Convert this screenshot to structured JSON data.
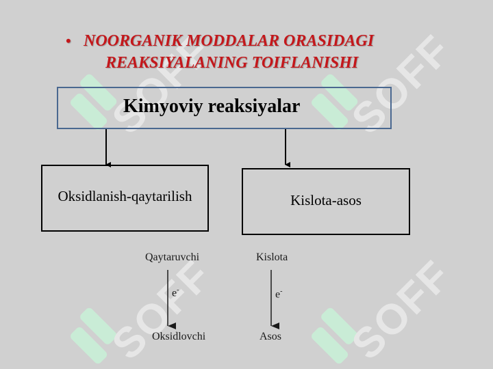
{
  "title": {
    "bullet": "•",
    "line1": "NOORGANIK MODDALAR ORASIDAGI",
    "line2": "REAKSIYALANING TOIFLANISHI"
  },
  "diagram": {
    "root": "Kimyoviy reaksiyalar",
    "branch_left": "Oksidlanish-qaytarilish",
    "branch_right": "Kislota-asos",
    "left_scheme": {
      "top": "Qaytaruvchi",
      "arrow_label": "e",
      "arrow_label_sup": "-",
      "bottom": "Oksidlovchi"
    },
    "right_scheme": {
      "top": "Kislota",
      "arrow_label": "e",
      "arrow_label_sup": "-",
      "bottom": "Asos"
    }
  },
  "watermark": {
    "text": "SOFF"
  },
  "colors": {
    "title": "#c4171b",
    "root_border": "#4a6890",
    "background": "#d0d0d0"
  }
}
